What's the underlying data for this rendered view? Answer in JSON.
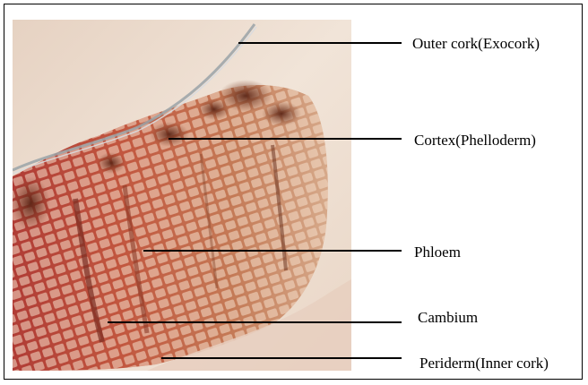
{
  "figure": {
    "labels": {
      "outer_cork": "Outer cork(Exocork)",
      "cortex": "Cortex(Phelloderm)",
      "phloem": "Phloem",
      "cambium": "Cambium",
      "periderm": "Periderm(Inner cork)"
    },
    "colors": {
      "background_light": "#ecd9c8",
      "tissue_red": "#b8453a",
      "tissue_brown": "#8a4a2e",
      "tissue_dark": "#5a2a1a",
      "line": "#000000"
    }
  }
}
